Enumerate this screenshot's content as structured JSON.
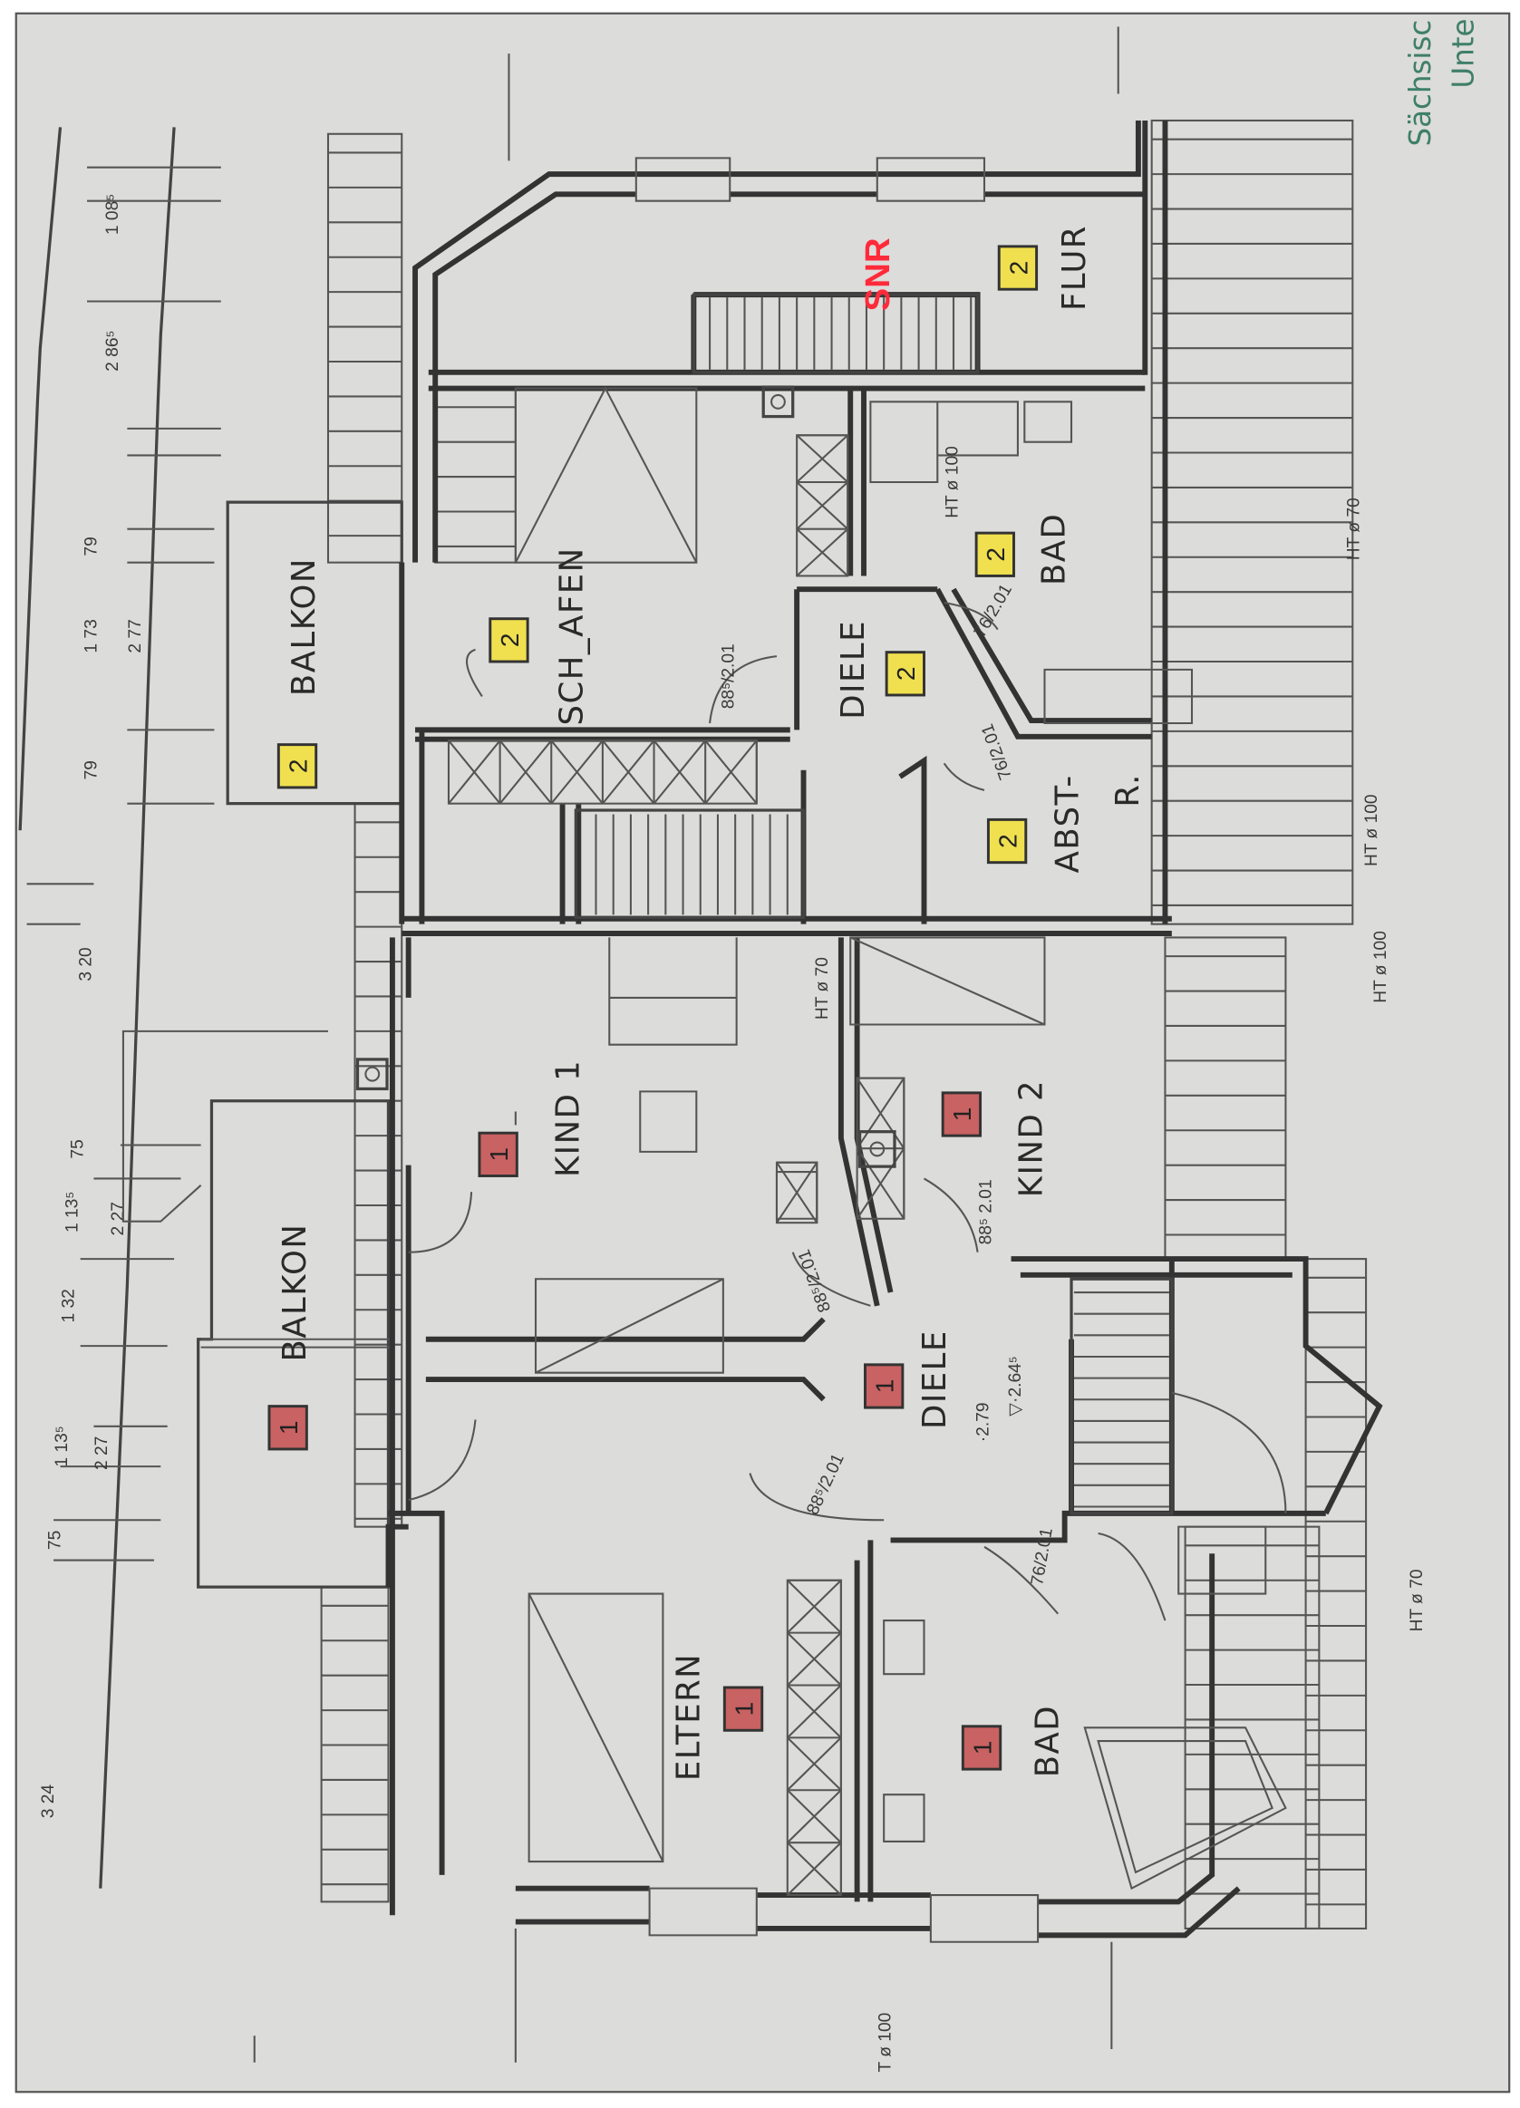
{
  "colors": {
    "paper": "#dcdcda",
    "badge_floor1": "#c96262",
    "badge_floor2": "#f0e050",
    "snr": "#ff2a3a",
    "stamp": "#3f7f6a"
  },
  "stamp_text": [
    "Sächsisc",
    "Unte"
  ],
  "snr": "SNR",
  "rooms": [
    {
      "label": "FLUR",
      "unit": "2"
    },
    {
      "label": "SCH_AFEN",
      "unit": "2"
    },
    {
      "label": "BALKON",
      "unit": "2"
    },
    {
      "label": "DIELE",
      "unit": "2"
    },
    {
      "label": "BAD",
      "unit": "2"
    },
    {
      "label": "ABST-",
      "label2": "R.",
      "unit": "2"
    },
    {
      "label": "KIND 1",
      "unit": "1"
    },
    {
      "label": "KIND 2",
      "unit": "1"
    },
    {
      "label": "BALKON",
      "unit": "1"
    },
    {
      "label": "DIELE",
      "unit": "1"
    },
    {
      "label": "ELTERN",
      "unit": "1"
    },
    {
      "label": "BAD",
      "unit": "1"
    }
  ],
  "dimensions_outer": [
    "1 08⁵",
    "2 86⁵",
    "79",
    "1 73",
    "79",
    "3 20",
    "75",
    "1 13⁵",
    "1 32",
    "1 13⁵",
    "75",
    "3 24"
  ],
  "dimensions_inner": [
    "2 77",
    "2 27",
    "2 27"
  ],
  "doors": [
    "88⁵/2.01",
    "76/2.01",
    "76/2.01",
    "88⁵/2.01",
    "88⁵ 2.01",
    "88⁵/2.01",
    "76/2.01"
  ],
  "levels": [
    "·2.79",
    "▽·2.64⁵"
  ],
  "ht_labels": [
    "HT ø 70",
    "HT ø 100",
    "HT ø 100",
    "HT ø 100",
    "HT ø 70",
    "HT ø 70",
    "T ø 100"
  ]
}
